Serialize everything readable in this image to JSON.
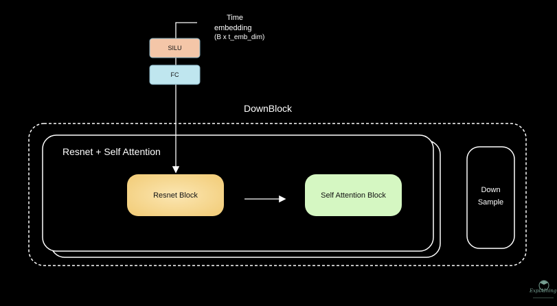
{
  "diagram": {
    "time_embedding": {
      "line1": "Time",
      "line2": "embedding",
      "line3": "(B x t_emb_dim)"
    },
    "silu_label": "SILU",
    "fc_label": "FC",
    "downblock_title": "DownBlock",
    "resnet_attention_title": "Resnet + Self Attention",
    "resnet_block_label": "Resnet Block",
    "self_attention_label": "Self Attention Block",
    "down_sample": {
      "line1": "Down",
      "line2": "Sample"
    },
    "colors": {
      "background": "#000000",
      "silu_fill": "#f4c6a8",
      "fc_fill": "#bfe6ef",
      "resnet_fill": "#f8d98f",
      "attention_fill": "#d5f7c2",
      "stroke": "#ffffff"
    }
  },
  "watermark": {
    "logo_text": "ExplAIning"
  }
}
